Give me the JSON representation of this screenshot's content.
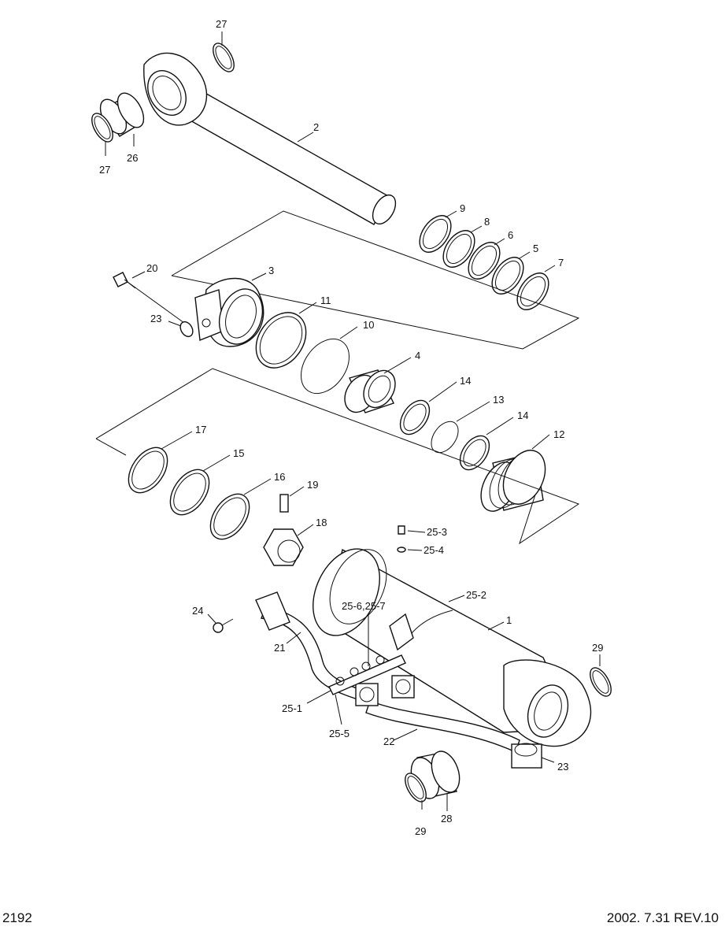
{
  "footer": {
    "page_number": "2192",
    "revision": "2002. 7.31  REV.10"
  },
  "labels": {
    "p27a": "27",
    "p27b": "27",
    "p26": "26",
    "p2": "2",
    "p9": "9",
    "p8": "8",
    "p6": "6",
    "p5": "5",
    "p7": "7",
    "p20": "20",
    "p3": "3",
    "p23a": "23",
    "p11": "11",
    "p10": "10",
    "p4": "4",
    "p14a": "14",
    "p13": "13",
    "p14b": "14",
    "p12": "12",
    "p17": "17",
    "p15": "15",
    "p16": "16",
    "p19": "19",
    "p18": "18",
    "p25_3": "25-3",
    "p25_4": "25-4",
    "p25_2": "25-2",
    "p25_6_7": "25-6,25-7",
    "p1": "1",
    "p24": "24",
    "p21": "21",
    "p29a": "29",
    "p25_1": "25-1",
    "p25_5": "25-5",
    "p22": "22",
    "p23b": "23",
    "p29b": "29",
    "p28": "28"
  }
}
